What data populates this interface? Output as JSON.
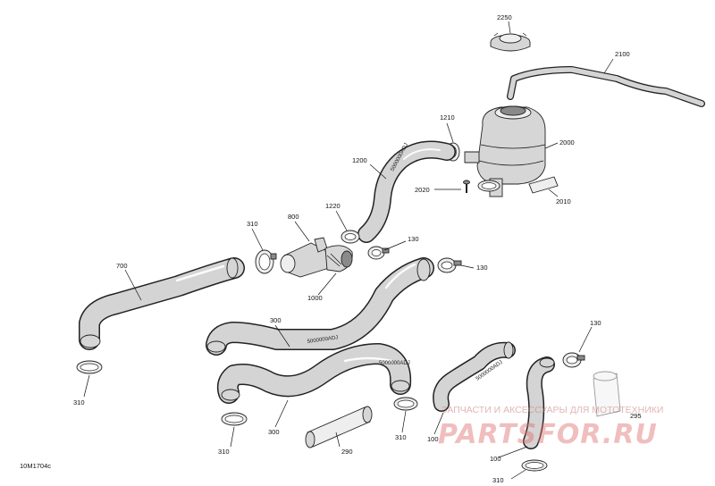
{
  "diagram": {
    "callouts": {
      "p2250": "2250",
      "p2100": "2100",
      "p1210": "1210",
      "p2000": "2000",
      "p1200": "1200",
      "p2020": "2020",
      "p2010": "2010",
      "p1220": "1220",
      "p310_top": "310",
      "p800": "800",
      "p130_a": "130",
      "p130_b": "130",
      "p700": "700",
      "p1000": "1000",
      "p300_a": "300",
      "p310_left": "310",
      "p130_c": "130",
      "p300_b": "300",
      "p290": "290",
      "p310_bottom_mid": "310",
      "p310_bottom_right": "310",
      "p310_bottom_left": "310",
      "p100_a": "100",
      "p100_b": "100",
      "p295": "295"
    },
    "hose_markings": {
      "hose_1200": "5000000ADJ",
      "hose_300_a": "5000000ADJ",
      "hose_300_b": "5000000ADJ",
      "hose_100": "5000000ADJ"
    },
    "drawing_code": "10M1704c"
  },
  "watermark": {
    "caption": "ЗАПЧАСТИ И АКСЕССУАРЫ ДЛЯ МОТОТЕХНИКИ",
    "logo": "PARTSFOR.RU"
  }
}
